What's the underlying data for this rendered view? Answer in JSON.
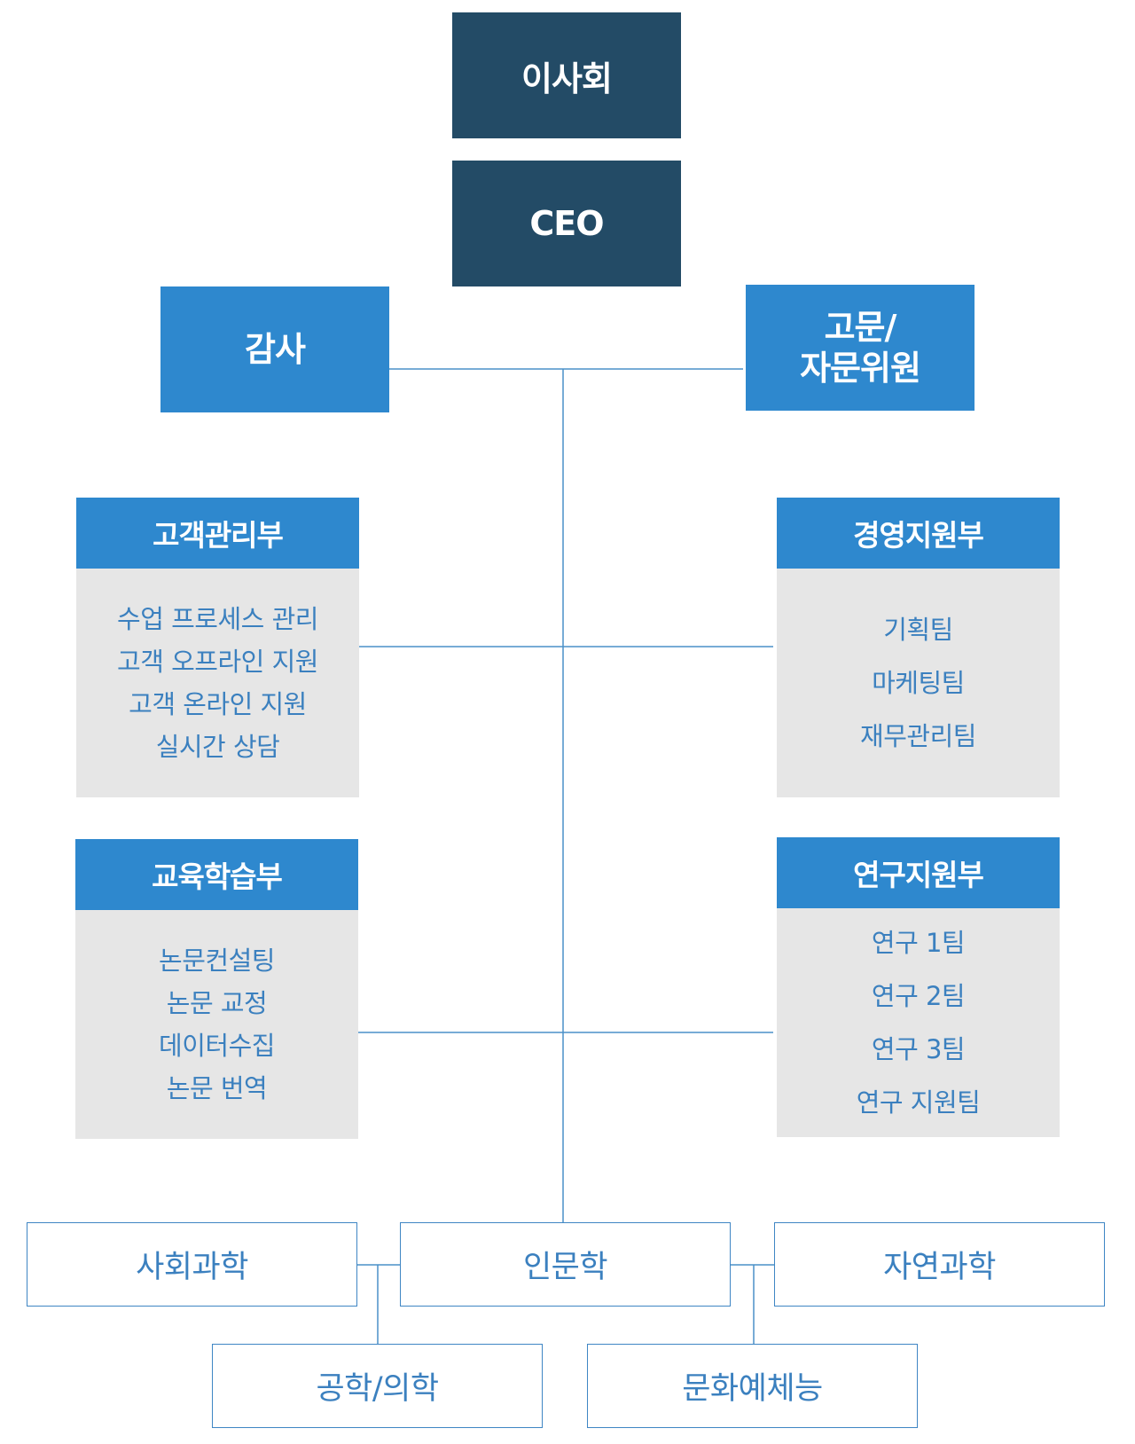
{
  "top": {
    "board": "이사회",
    "ceo": "CEO"
  },
  "side": {
    "audit": "감사",
    "advisor_line1": "고문/",
    "advisor_line2": "자문위원"
  },
  "departments": {
    "customer": {
      "title": "고객관리부",
      "items": [
        "수업 프로세스 관리",
        "고객 오프라인 지원",
        "고객 온라인 지원",
        "실시간 상담"
      ]
    },
    "management": {
      "title": "경영지원부",
      "items": [
        "기획팀",
        "마케팅팀",
        "재무관리팀"
      ]
    },
    "education": {
      "title": "교육학습부",
      "items": [
        "논문컨설팅",
        "논문 교정",
        "데이터수집",
        "논문 번역"
      ]
    },
    "research": {
      "title": "연구지원부",
      "items": [
        "연구 1팀",
        "연구 2팀",
        "연구 3팀",
        "연구 지원팀"
      ]
    }
  },
  "fields": {
    "social": "사회과학",
    "humanities": "인문학",
    "natural": "자연과학",
    "engineering": "공학/의학",
    "arts": "문화예체능"
  },
  "colors": {
    "dark_navy": "#234b66",
    "primary_blue": "#2e88ce",
    "panel_gray": "#e6e6e6",
    "text_blue": "#3b80bf",
    "line_blue": "#3f86c4"
  }
}
